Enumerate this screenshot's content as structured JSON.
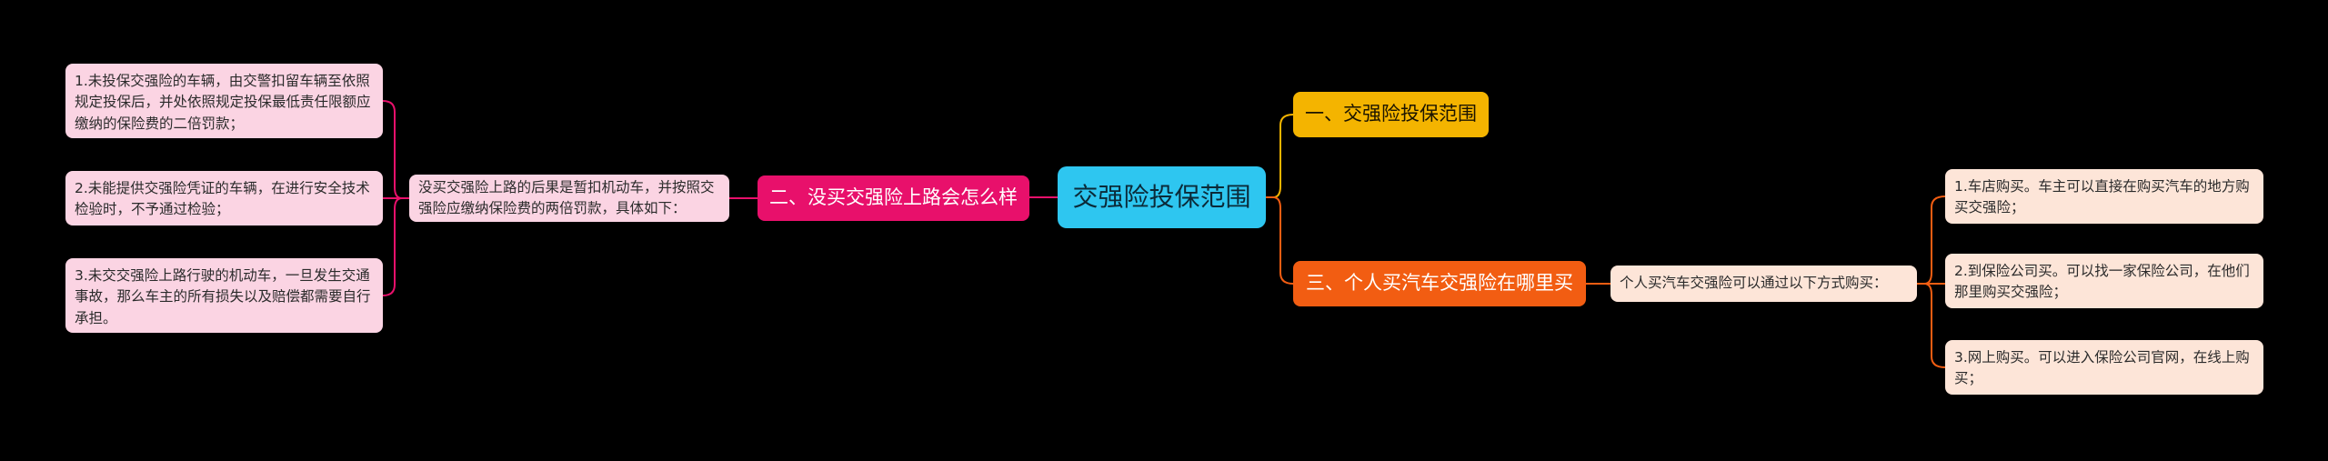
{
  "root": "交强险投保范围",
  "branch1": {
    "title": "一、交强险投保范围",
    "color": "#f4b400"
  },
  "branch2": {
    "title": "三、个人买汽车交强险在哪里买",
    "color": "#f25d12",
    "summary": "个人买汽车交强险可以通过以下方式购买：",
    "items": [
      "1.车店购买。车主可以直接在购买汽车的地方购买交强险；",
      "2.到保险公司买。可以找一家保险公司，在他们那里购买交强险；",
      "3.网上购买。可以进入保险公司官网，在线上购买；"
    ]
  },
  "branch3": {
    "title": "二、没买交强险上路会怎么样",
    "color": "#e8106b",
    "summary": "没买交强险上路的后果是暂扣机动车，并按照交强险应缴纳保险费的两倍罚款，具体如下：",
    "items": [
      "1.未投保交强险的车辆，由交警扣留车辆至依照规定投保后，并处依照规定投保最低责任限额应缴纳的保险费的二倍罚款；",
      "2.未能提供交强险凭证的车辆，在进行安全技术检验时，不予通过检验；",
      "3.未交交强险上路行驶的机动车，一旦发生交通事故，那么车主的所有损失以及赔偿都需要自行承担。"
    ]
  }
}
